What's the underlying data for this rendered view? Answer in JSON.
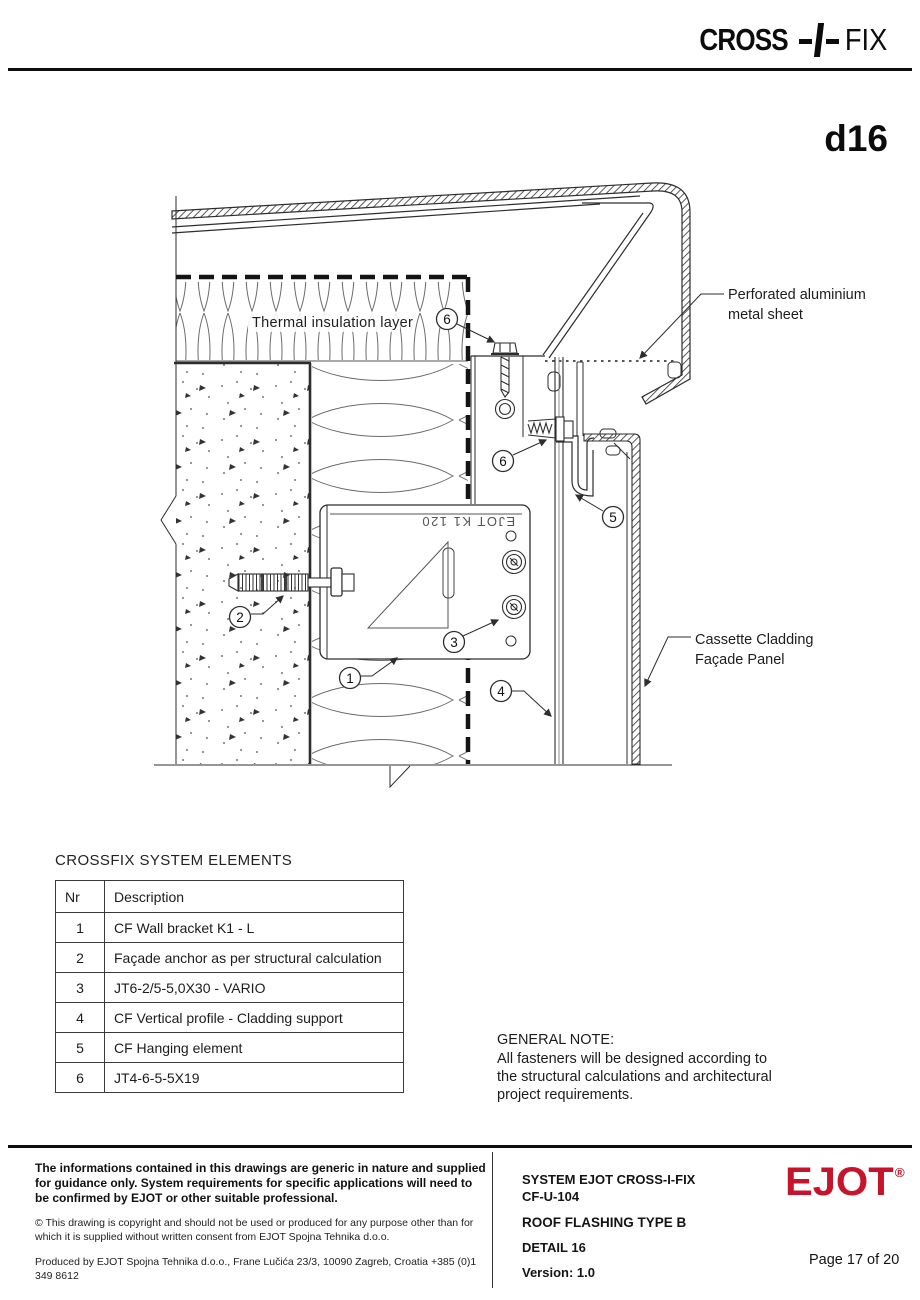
{
  "header": {
    "brand_cross": "CROSS",
    "brand_fix": "FIX",
    "detail_code": "d16"
  },
  "drawing": {
    "labels": {
      "thermal_insulation": "Thermal insulation layer",
      "perforated_1": "Perforated aluminium",
      "perforated_2": "metal sheet",
      "cassette_1": "Cassette Cladding",
      "cassette_2": "Façade Panel",
      "bracket_marking": "EJOT K1 120"
    },
    "callouts": {
      "n1": "1",
      "n2": "2",
      "n3": "3",
      "n4": "4",
      "n5": "5",
      "n6": "6"
    }
  },
  "elements": {
    "title": "CROSSFIX SYSTEM ELEMENTS",
    "col_nr": "Nr",
    "col_desc": "Description",
    "rows": [
      {
        "nr": "1",
        "desc": "CF Wall bracket K1 - L"
      },
      {
        "nr": "2",
        "desc": "Façade anchor as per structural calculation"
      },
      {
        "nr": "3",
        "desc": "JT6-2/5-5,0X30 - VARIO"
      },
      {
        "nr": "4",
        "desc": "CF Vertical profile - Cladding support"
      },
      {
        "nr": "5",
        "desc": "CF Hanging element"
      },
      {
        "nr": "6",
        "desc": "JT4-6-5-5X19"
      }
    ]
  },
  "note": {
    "title": "GENERAL NOTE:",
    "lines": [
      "All fasteners will be designed according to",
      "the structural calculations and architectural",
      "project requirements."
    ]
  },
  "footer": {
    "disclaimer": "The informations contained in this drawings are generic in nature and supplied for guidance only. System requirements for specific applications will need to be confirmed by EJOT or other suitable professional.",
    "copyright": "© This drawing is copyright and should not be used or produced for any purpose other than for which it is supplied without written consent from EJOT Spojna Tehnika d.o.o.",
    "produced": "Produced by EJOT Spojna Tehnika d.o.o., Frane Lučića 23/3, 10090 Zagreb, Croatia +385 (0)1 349 8612",
    "system_line1": "SYSTEM EJOT CROSS-I-FIX",
    "system_line2": "CF-U-104",
    "type_line": "ROOF FLASHING TYPE B",
    "detail_line": "DETAIL 16",
    "version_line": "Version: 1.0",
    "brand": "EJOT",
    "brand_reg": "®",
    "page_indicator": "Page 17 of 20"
  },
  "colors": {
    "accent_red": "#C5142C",
    "line": "#2D2D2D",
    "dashed": "#151515"
  }
}
